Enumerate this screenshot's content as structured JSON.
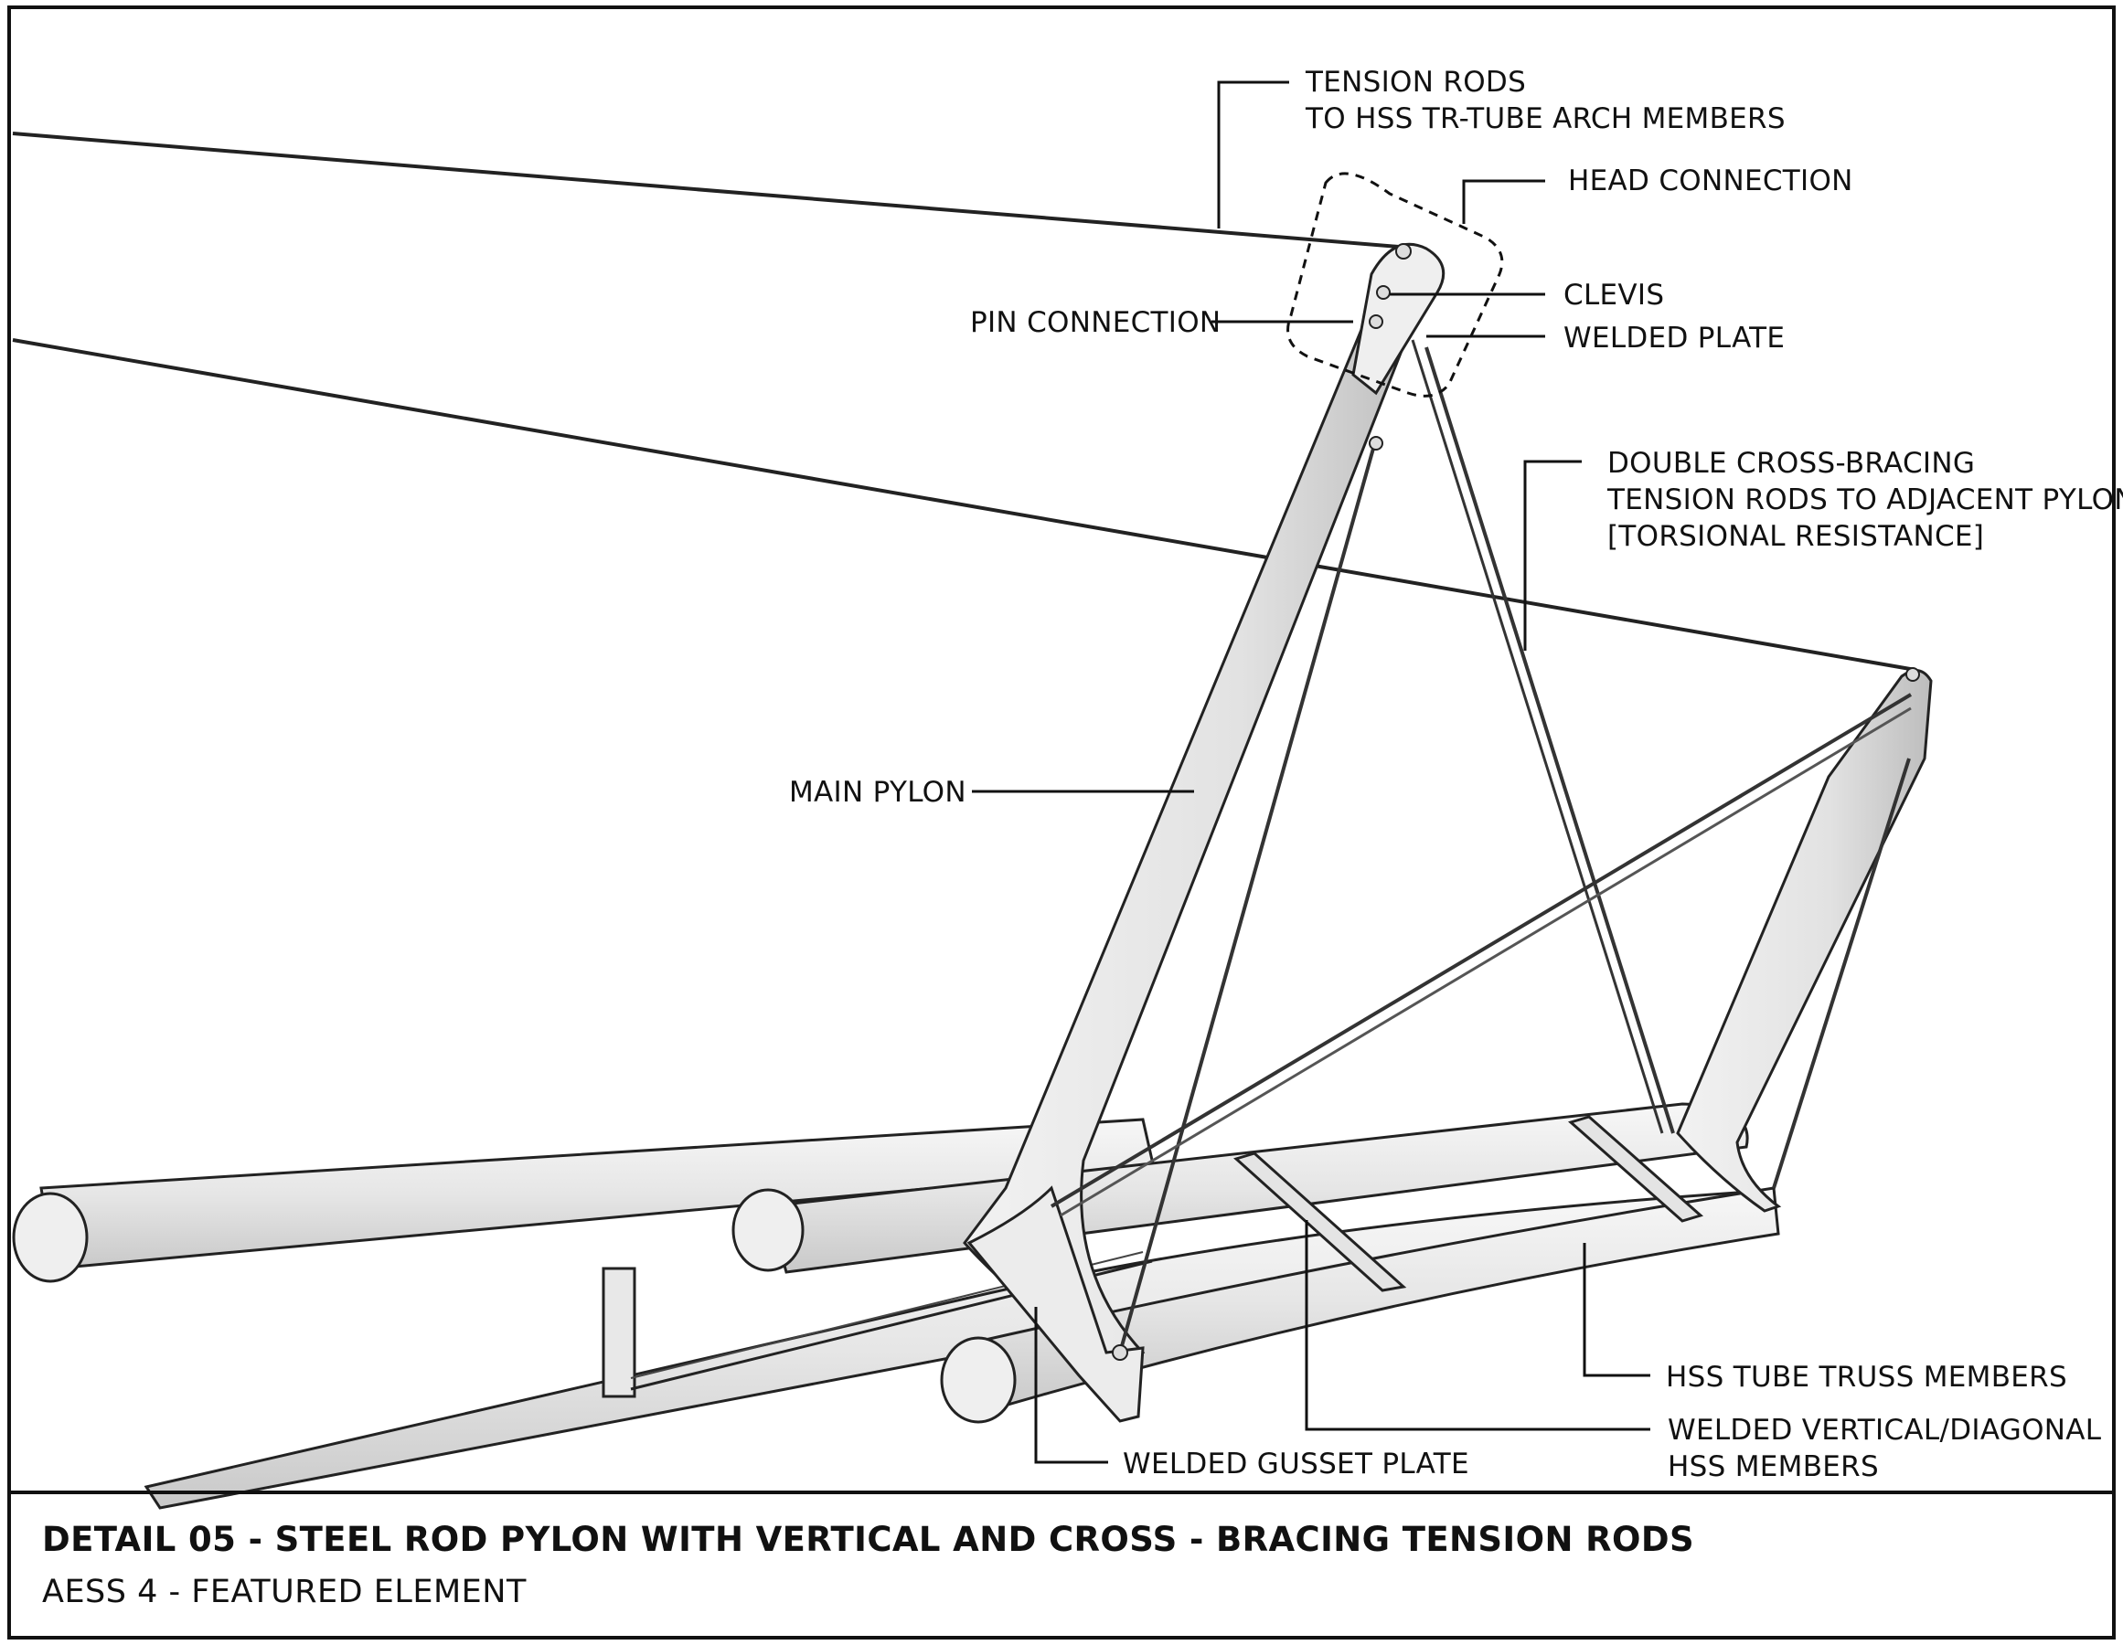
{
  "labels": {
    "tension_rods_1": "TENSION RODS",
    "tension_rods_2": "TO HSS TR-TUBE ARCH MEMBERS",
    "head_connection": "HEAD CONNECTION",
    "clevis": "CLEVIS",
    "pin_connection": "PIN CONNECTION",
    "welded_plate": "WELDED PLATE",
    "double_bracing_1": "DOUBLE CROSS-BRACING",
    "double_bracing_2": "TENSION RODS TO ADJACENT PYLON",
    "double_bracing_3": "[TORSIONAL RESISTANCE]",
    "main_pylon": "MAIN PYLON",
    "hss_tube_truss": "HSS TUBE TRUSS MEMBERS",
    "welded_vertical_1": "WELDED VERTICAL/DIAGONAL",
    "welded_vertical_2": "HSS MEMBERS",
    "welded_gusset": "WELDED GUSSET PLATE"
  },
  "title_block": {
    "title": "DETAIL 05 - STEEL ROD PYLON WITH VERTICAL AND CROSS - BRACING TENSION RODS",
    "subtitle": "AESS 4 - FEATURED ELEMENT"
  }
}
